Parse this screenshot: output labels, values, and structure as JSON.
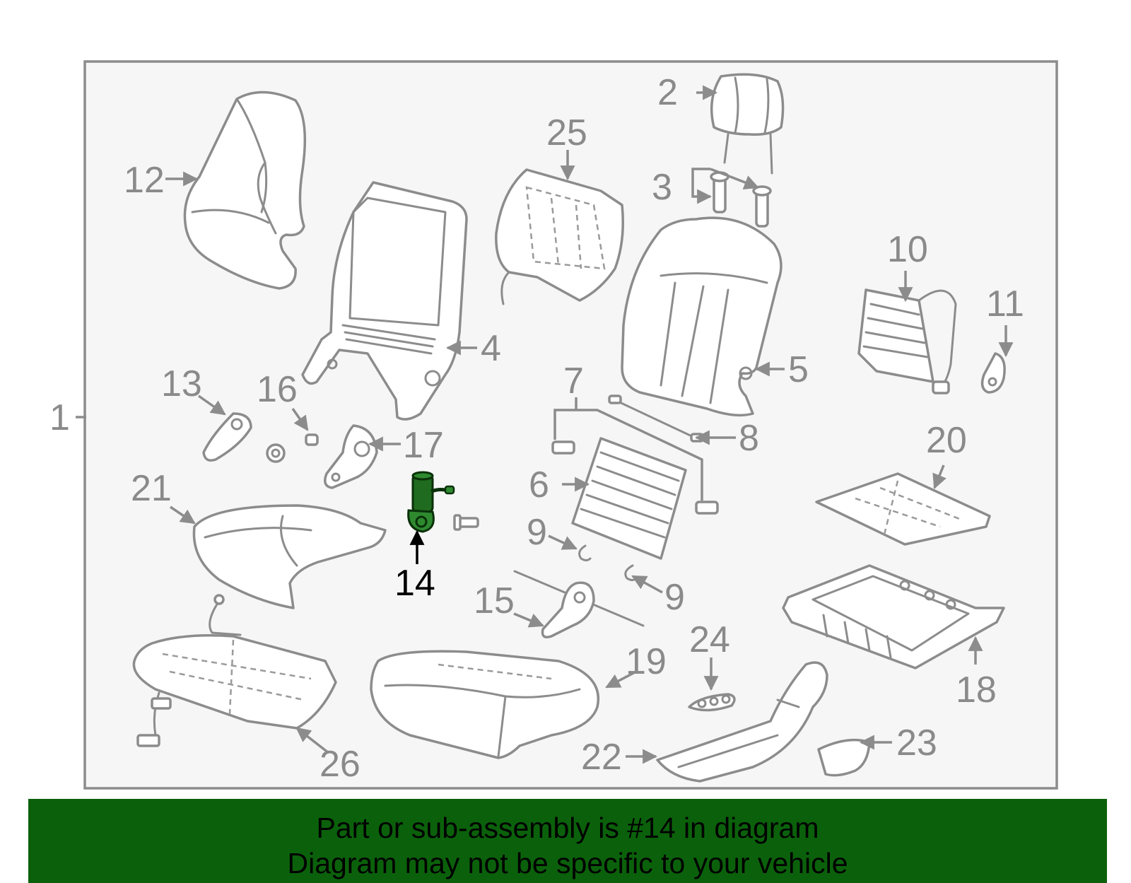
{
  "diagram": {
    "highlighted_part": "14",
    "colors": {
      "highlight": "#0b610b",
      "outline": "#8c8c8c",
      "frame_bg": "#f6f6f6"
    },
    "labels": {
      "p1": "1",
      "p2": "2",
      "p3": "3",
      "p4": "4",
      "p5": "5",
      "p6": "6",
      "p7": "7",
      "p8": "8",
      "p9a": "9",
      "p9b": "9",
      "p10": "10",
      "p11": "11",
      "p12": "12",
      "p13": "13",
      "p14": "14",
      "p15": "15",
      "p16": "16",
      "p17": "17",
      "p18": "18",
      "p19": "19",
      "p20": "20",
      "p21": "21",
      "p22": "22",
      "p23": "23",
      "p24": "24",
      "p25": "25",
      "p26": "26"
    }
  },
  "banner": {
    "line1": "Part or sub-assembly is #14 in diagram",
    "line2": "Diagram may not be specific to your vehicle"
  }
}
